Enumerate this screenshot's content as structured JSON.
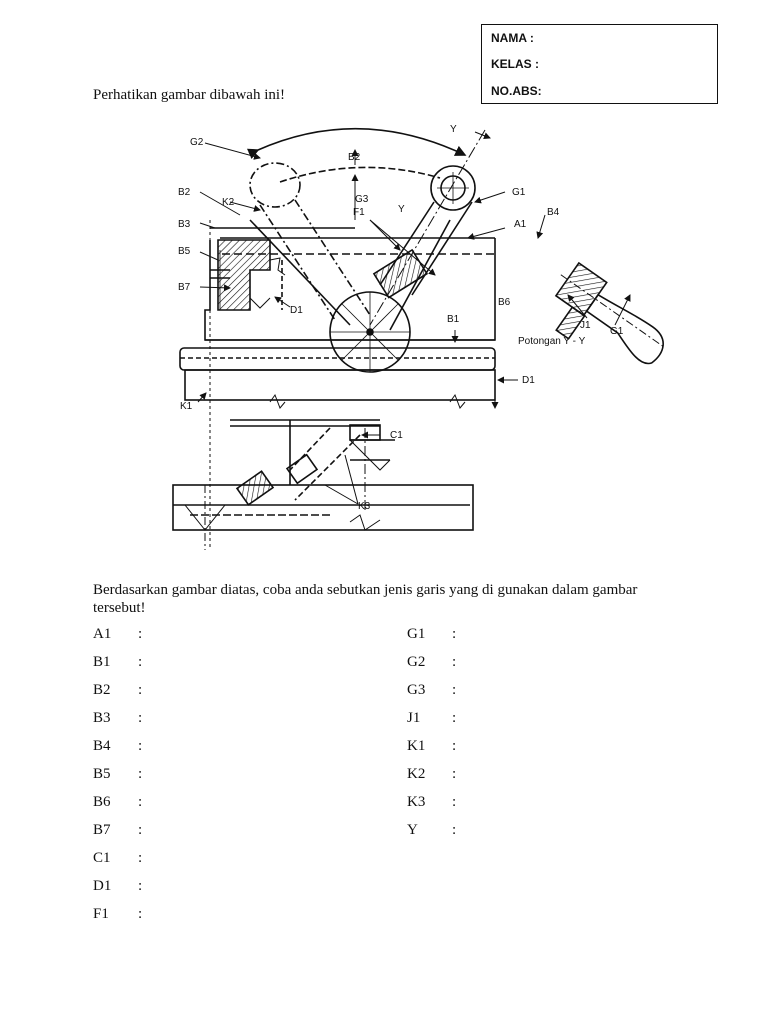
{
  "id_box": {
    "name_label": "NAMA :",
    "class_label": "KELAS :",
    "number_label": "NO.ABS:"
  },
  "intro_text": "Perhatikan gambar dibawah ini!",
  "drawing": {
    "labels": {
      "g2": "G2",
      "b2": "B2",
      "y": "Y",
      "g3": "G3",
      "f1": "F1",
      "y_small": "Y",
      "g1": "G1",
      "k2": "K2",
      "b2_left": "B2",
      "b3": "B3",
      "b5": "B5",
      "b7": "B7",
      "a1": "A1",
      "b4": "B4",
      "d1": "D1",
      "b1": "B1",
      "b6": "B6",
      "j1": "J1",
      "g1_right": "G1",
      "section": "Potongan Y - Y",
      "d1_right": "D1",
      "k1": "K1",
      "c1": "C1",
      "k3": "K3"
    }
  },
  "question": "Berdasarkan gambar diatas, coba anda sebutkan jenis garis yang di gunakan dalam gambar tersebut!",
  "colon": ":",
  "answers_left": [
    "A1",
    "B1",
    "B2",
    "B3",
    "B4",
    "B5",
    "B6",
    "B7",
    "C1",
    "D1",
    "F1"
  ],
  "answers_right": [
    "G1",
    "G2",
    "G3",
    "J1",
    "K1",
    "K2",
    "K3",
    "Y"
  ]
}
